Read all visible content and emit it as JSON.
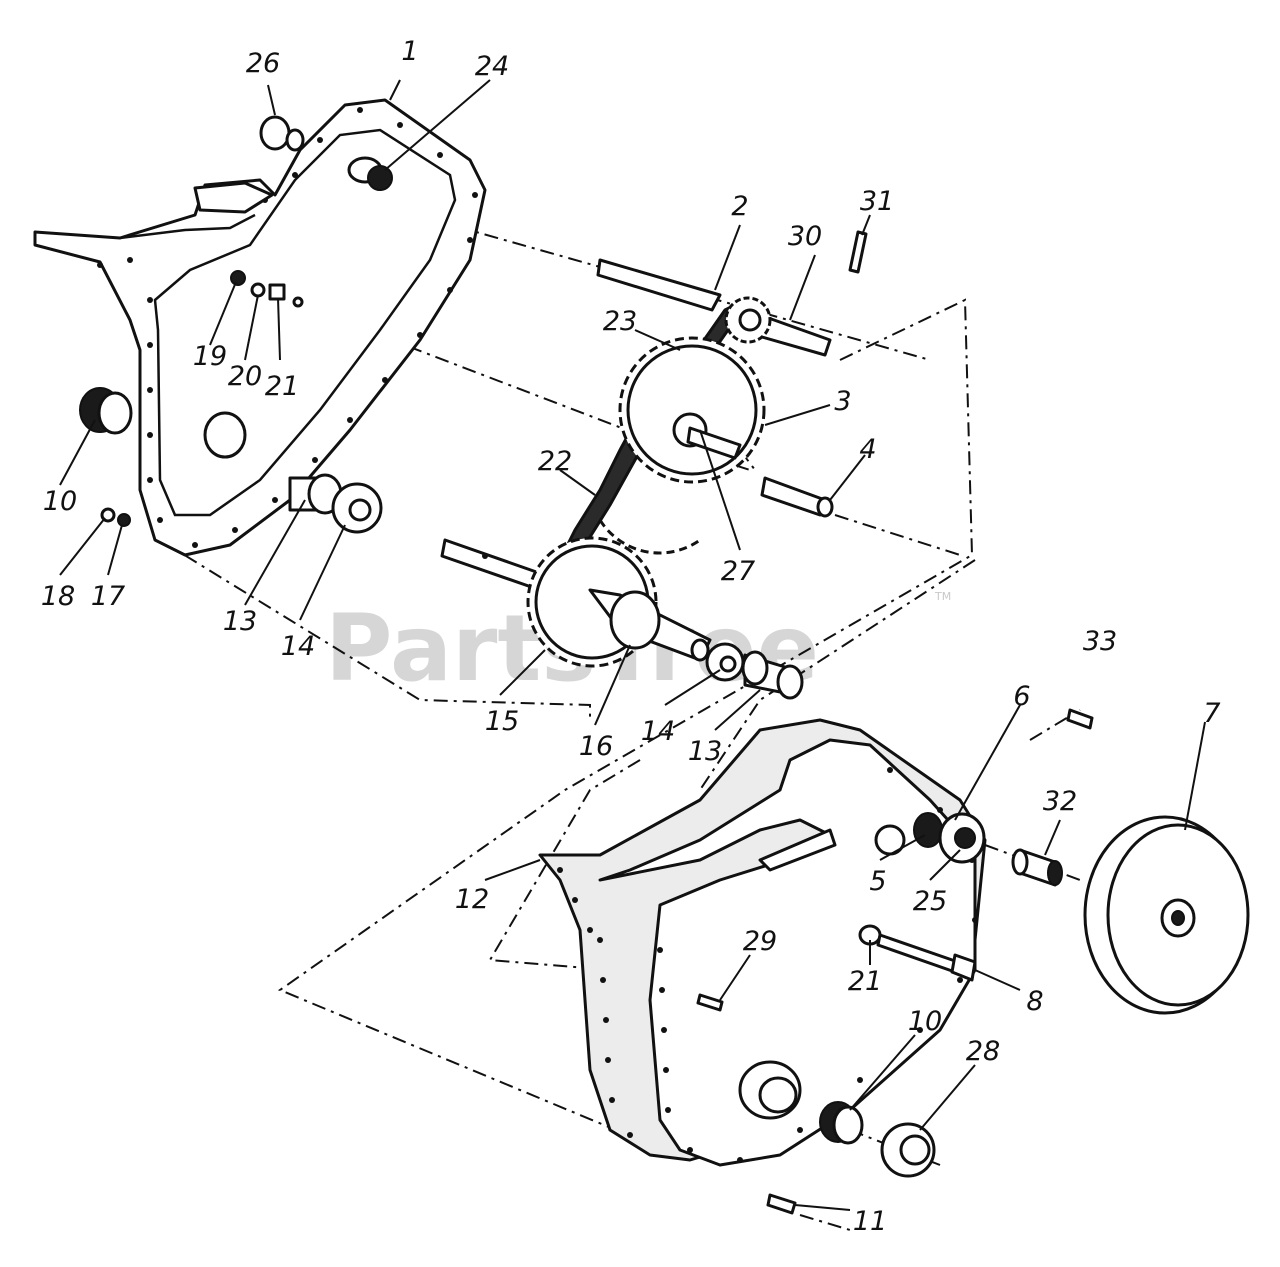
{
  "watermark": {
    "text": "PartsTree",
    "mark": "TM"
  },
  "callouts": {
    "c1": "1",
    "c2": "2",
    "c3": "3",
    "c4": "4",
    "c5": "5",
    "c6": "6",
    "c7": "7",
    "c8": "8",
    "c10a": "10",
    "c10b": "10",
    "c11": "11",
    "c12": "12",
    "c13a": "13",
    "c13b": "13",
    "c14a": "14",
    "c14b": "14",
    "c15": "15",
    "c16": "16",
    "c17": "17",
    "c18": "18",
    "c19": "19",
    "c20": "20",
    "c21a": "21",
    "c21b": "21",
    "c22": "22",
    "c23": "23",
    "c24": "24",
    "c25": "25",
    "c26": "26",
    "c27": "27",
    "c28": "28",
    "c29": "29",
    "c30": "30",
    "c31": "31",
    "c32": "32",
    "c33": "33"
  }
}
